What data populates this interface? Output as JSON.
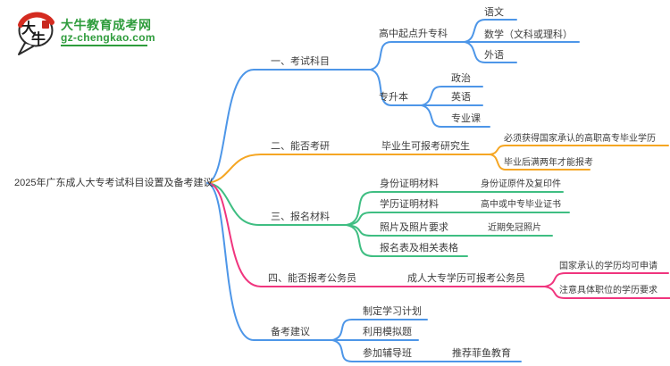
{
  "logo": {
    "title": "大牛教育成考网",
    "url": "gz-chengkao.com",
    "icon": "dainiu-speech-bubble-logo",
    "icon_chars_top": "大",
    "icon_chars_bottom": "牛",
    "brand_green": "#2e9c3c",
    "brand_red": "#d42b20"
  },
  "colors": {
    "branch_blue": "#4d96e8",
    "branch_orange": "#f5a623",
    "branch_green": "#3fbe82",
    "branch_pink": "#f0357e",
    "text": "#3d3d3d"
  },
  "mindmap": {
    "root": "2025年广东成人大专考试科目设置及备考建议",
    "branches": [
      {
        "label": "一、考试科目",
        "color": "#4d96e8",
        "children": [
          {
            "label": "高中起点升专科",
            "children": [
              {
                "label": "语文"
              },
              {
                "label": "数学（文科或理科）"
              },
              {
                "label": "外语"
              }
            ]
          },
          {
            "label": "专升本",
            "children": [
              {
                "label": "政治"
              },
              {
                "label": "英语"
              },
              {
                "label": "专业课"
              }
            ]
          }
        ]
      },
      {
        "label": "二、能否考研",
        "color": "#f5a623",
        "children": [
          {
            "label": "毕业生可报考研究生",
            "children": [
              {
                "label": "必须获得国家承认的高职高专毕业学历"
              },
              {
                "label": "毕业后满两年才能报考"
              }
            ]
          }
        ]
      },
      {
        "label": "三、报名材料",
        "color": "#3fbe82",
        "children": [
          {
            "label": "身份证明材料",
            "children": [
              {
                "label": "身份证原件及复印件"
              }
            ]
          },
          {
            "label": "学历证明材料",
            "children": [
              {
                "label": "高中或中专毕业证书"
              }
            ]
          },
          {
            "label": "照片及照片要求",
            "children": [
              {
                "label": "近期免冠照片"
              }
            ]
          },
          {
            "label": "报名表及相关表格",
            "children": []
          }
        ]
      },
      {
        "label": "四、能否报考公务员",
        "color": "#f0357e",
        "children": [
          {
            "label": "成人大专学历可报考公务员",
            "children": [
              {
                "label": "国家承认的学历均可申请"
              },
              {
                "label": "注意具体职位的学历要求"
              }
            ]
          }
        ]
      },
      {
        "label": "备考建议",
        "color": "#4d96e8",
        "children": [
          {
            "label": "制定学习计划",
            "children": []
          },
          {
            "label": "利用模拟题",
            "children": []
          },
          {
            "label": "参加辅导班",
            "children": [
              {
                "label": "推荐菲鱼教育"
              }
            ]
          }
        ]
      }
    ]
  }
}
